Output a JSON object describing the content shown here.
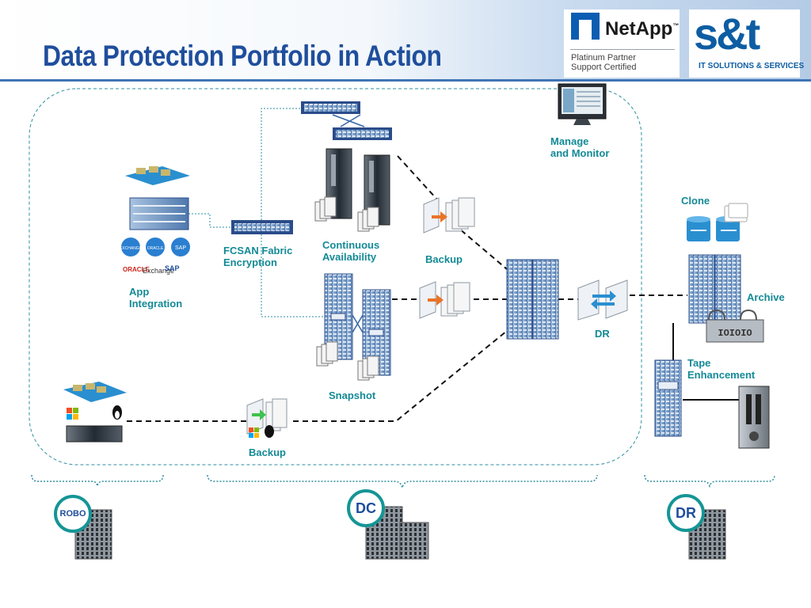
{
  "slide": {
    "title": "Data Protection Portfolio in Action"
  },
  "logos": {
    "netapp_name": "NetApp",
    "netapp_tm": "™",
    "netapp_partner_line1": "Platinum Partner",
    "netapp_partner_line2": "Support Certified",
    "st_name": "s&t",
    "st_tagline": "IT SOLUTIONS & SERVICES"
  },
  "diagram": {
    "labels": {
      "manage": "Manage\nand Monitor",
      "clone": "Clone",
      "archive": "Archive",
      "tape": "Tape\nEnhancement",
      "fcsan": "FCSAN Fabric\nEncryption",
      "continuous": "Continuous\nAvailability",
      "backup_top": "Backup",
      "app": "App\nIntegration",
      "dr": "DR",
      "snapshot": "Snapshot",
      "backup_bottom": "Backup"
    },
    "app_logos": [
      "EXCHANGE",
      "ORACLE",
      "SAP",
      "ORACLE",
      "Exchange",
      "SAP"
    ],
    "tape_icon_text": "IOIOIO"
  },
  "sites": {
    "robo": "ROBO",
    "dc": "DC",
    "dr": "DR"
  },
  "colors": {
    "title": "#1f4e9c",
    "label": "#138a96",
    "ring": "#159596",
    "arrow": "#e8742a",
    "rack": "#5e86b8"
  }
}
